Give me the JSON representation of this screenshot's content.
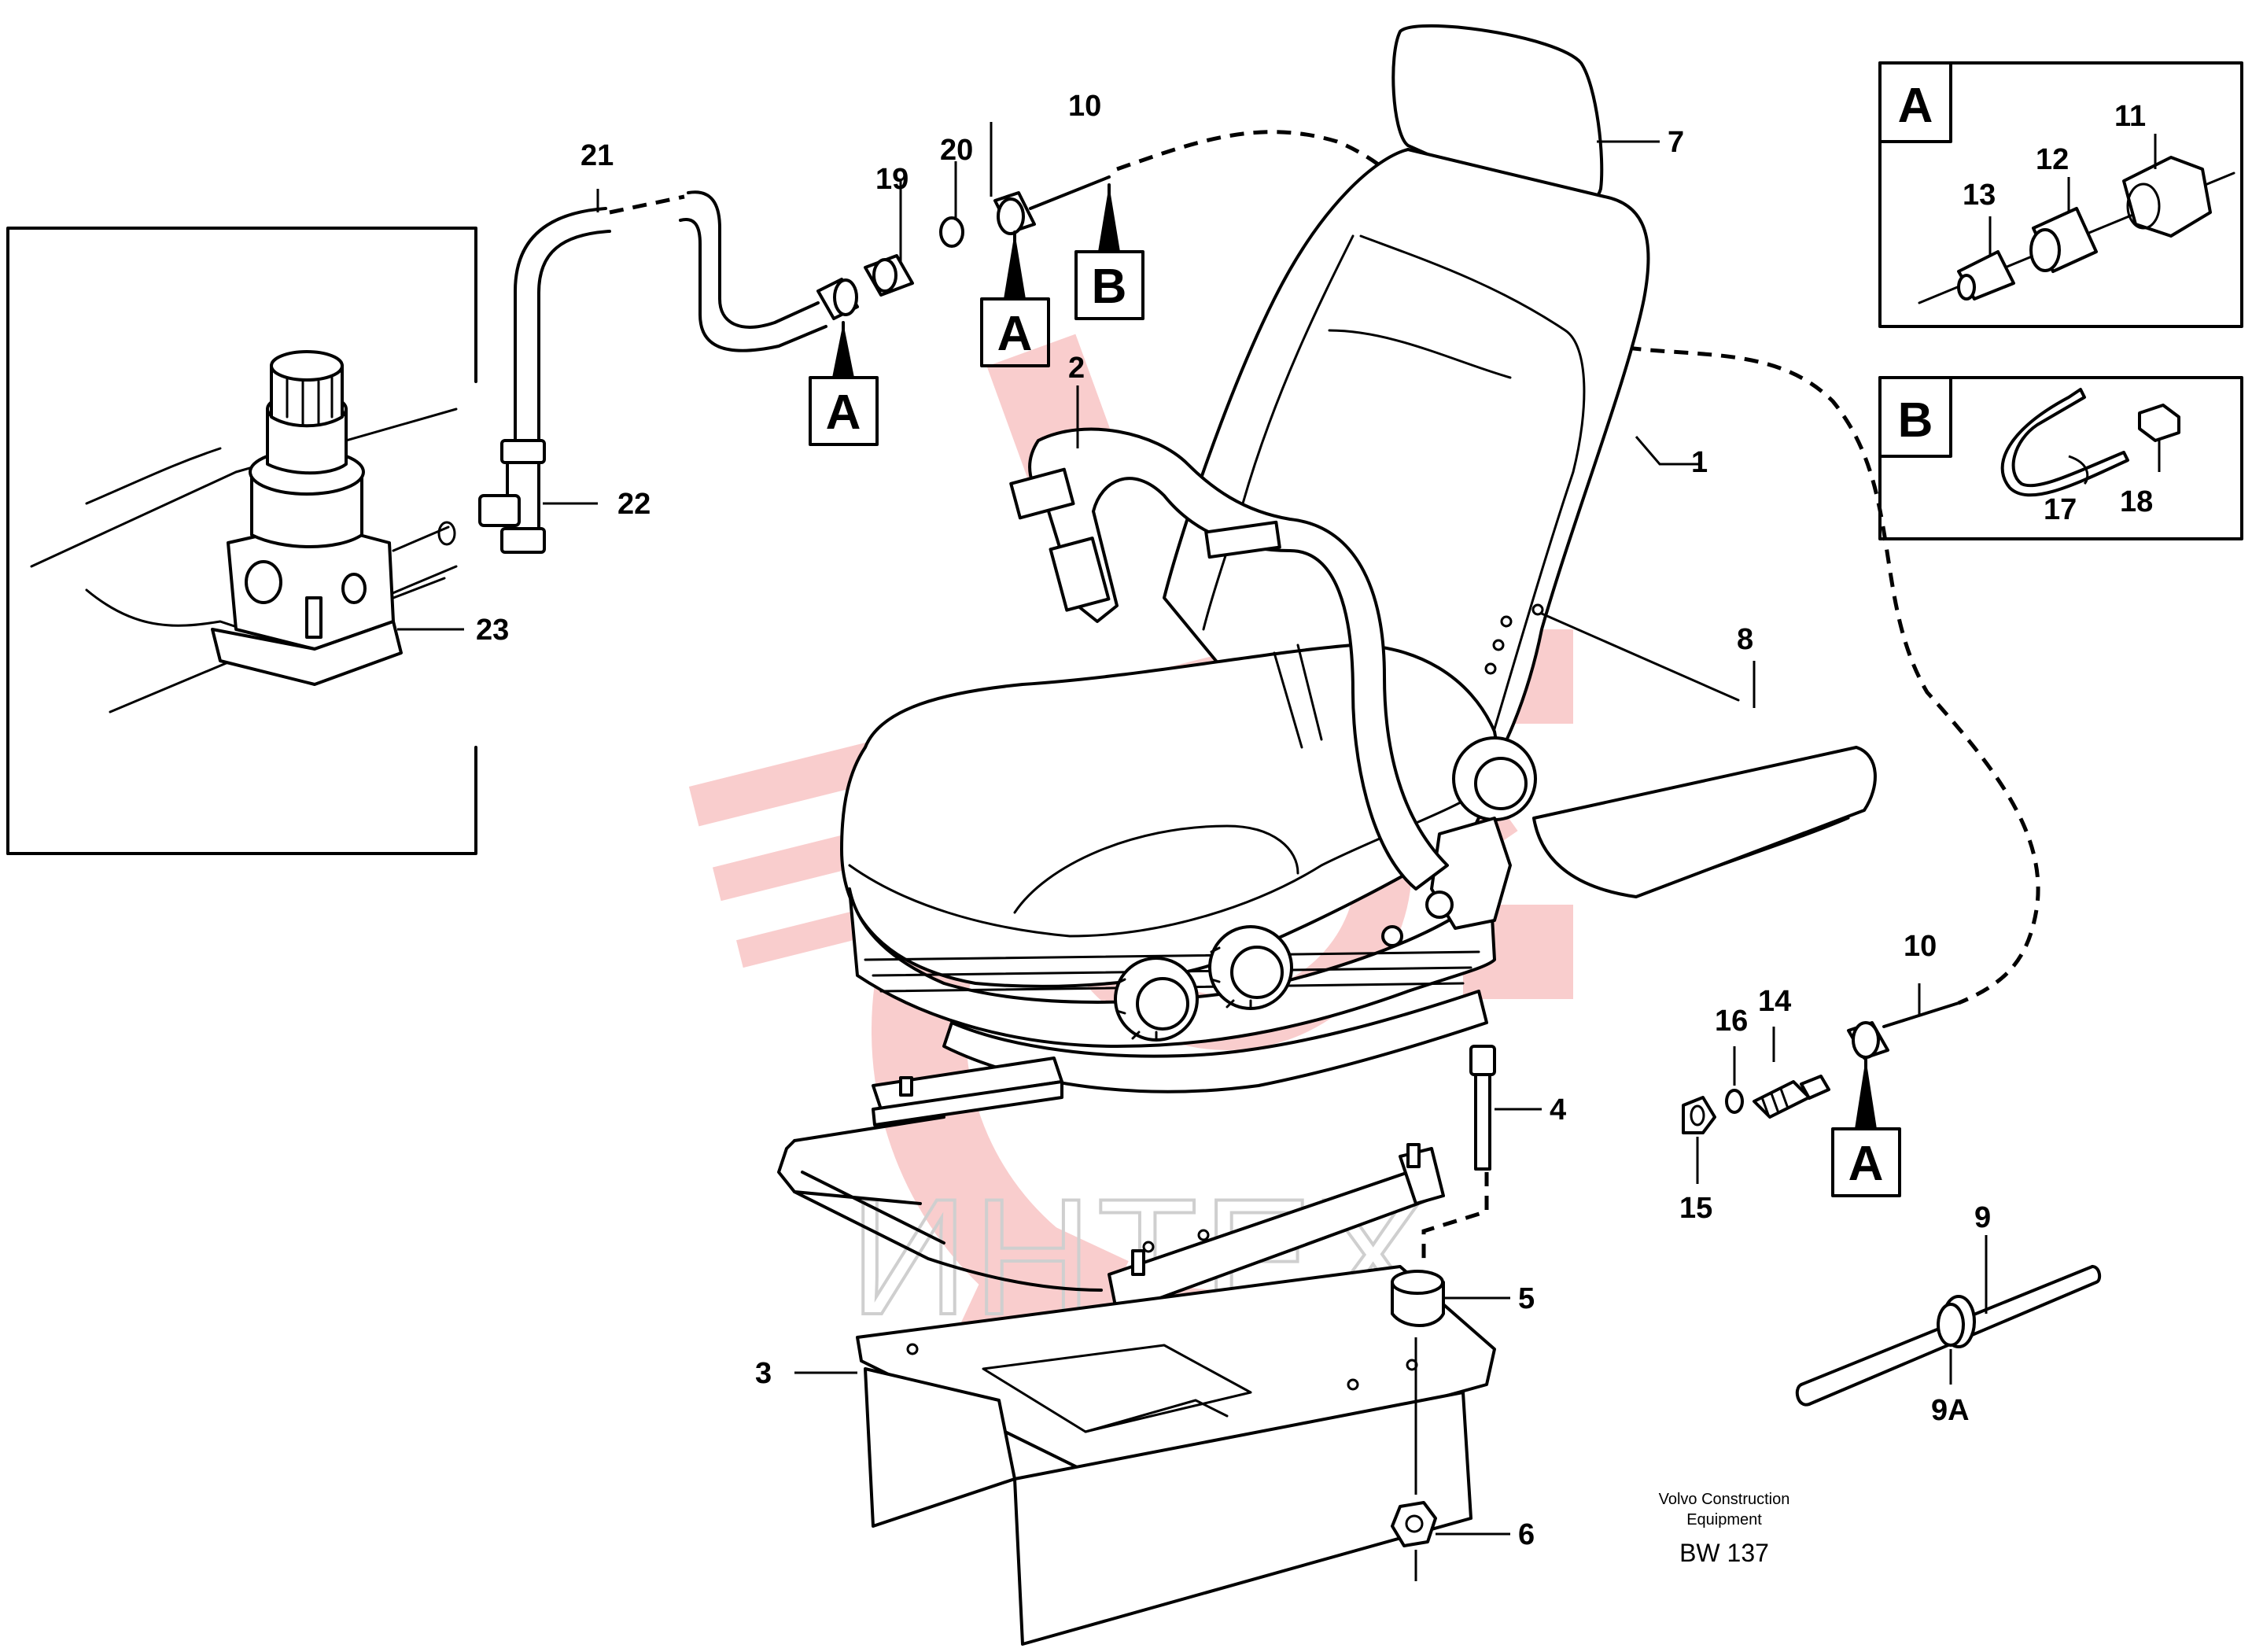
{
  "callouts": [
    {
      "id": "1",
      "text": "1"
    },
    {
      "id": "2",
      "text": "2"
    },
    {
      "id": "3",
      "text": "3"
    },
    {
      "id": "4",
      "text": "4"
    },
    {
      "id": "5",
      "text": "5"
    },
    {
      "id": "6",
      "text": "6"
    },
    {
      "id": "7",
      "text": "7"
    },
    {
      "id": "8",
      "text": "8"
    },
    {
      "id": "9",
      "text": "9"
    },
    {
      "id": "9A",
      "text": "9A"
    },
    {
      "id": "10a",
      "text": "10"
    },
    {
      "id": "10b",
      "text": "10"
    },
    {
      "id": "11",
      "text": "11"
    },
    {
      "id": "12",
      "text": "12"
    },
    {
      "id": "13",
      "text": "13"
    },
    {
      "id": "14",
      "text": "14"
    },
    {
      "id": "15",
      "text": "15"
    },
    {
      "id": "16",
      "text": "16"
    },
    {
      "id": "17",
      "text": "17"
    },
    {
      "id": "18",
      "text": "18"
    },
    {
      "id": "19",
      "text": "19"
    },
    {
      "id": "20",
      "text": "20"
    },
    {
      "id": "21",
      "text": "21"
    },
    {
      "id": "22",
      "text": "22"
    },
    {
      "id": "23",
      "text": "23"
    }
  ],
  "detail_markers": {
    "a": "A",
    "b": "B"
  },
  "detail_panels": {
    "a": {
      "title": "A",
      "parts": [
        "11",
        "12",
        "13"
      ]
    },
    "b": {
      "title": "B",
      "parts": [
        "17",
        "18"
      ]
    }
  },
  "credit": {
    "line1": "Volvo Construction",
    "line2": "Equipment",
    "code": "BW 137"
  },
  "watermark": {
    "text": "ИНТЕХ",
    "color": "#f4a5a5"
  }
}
